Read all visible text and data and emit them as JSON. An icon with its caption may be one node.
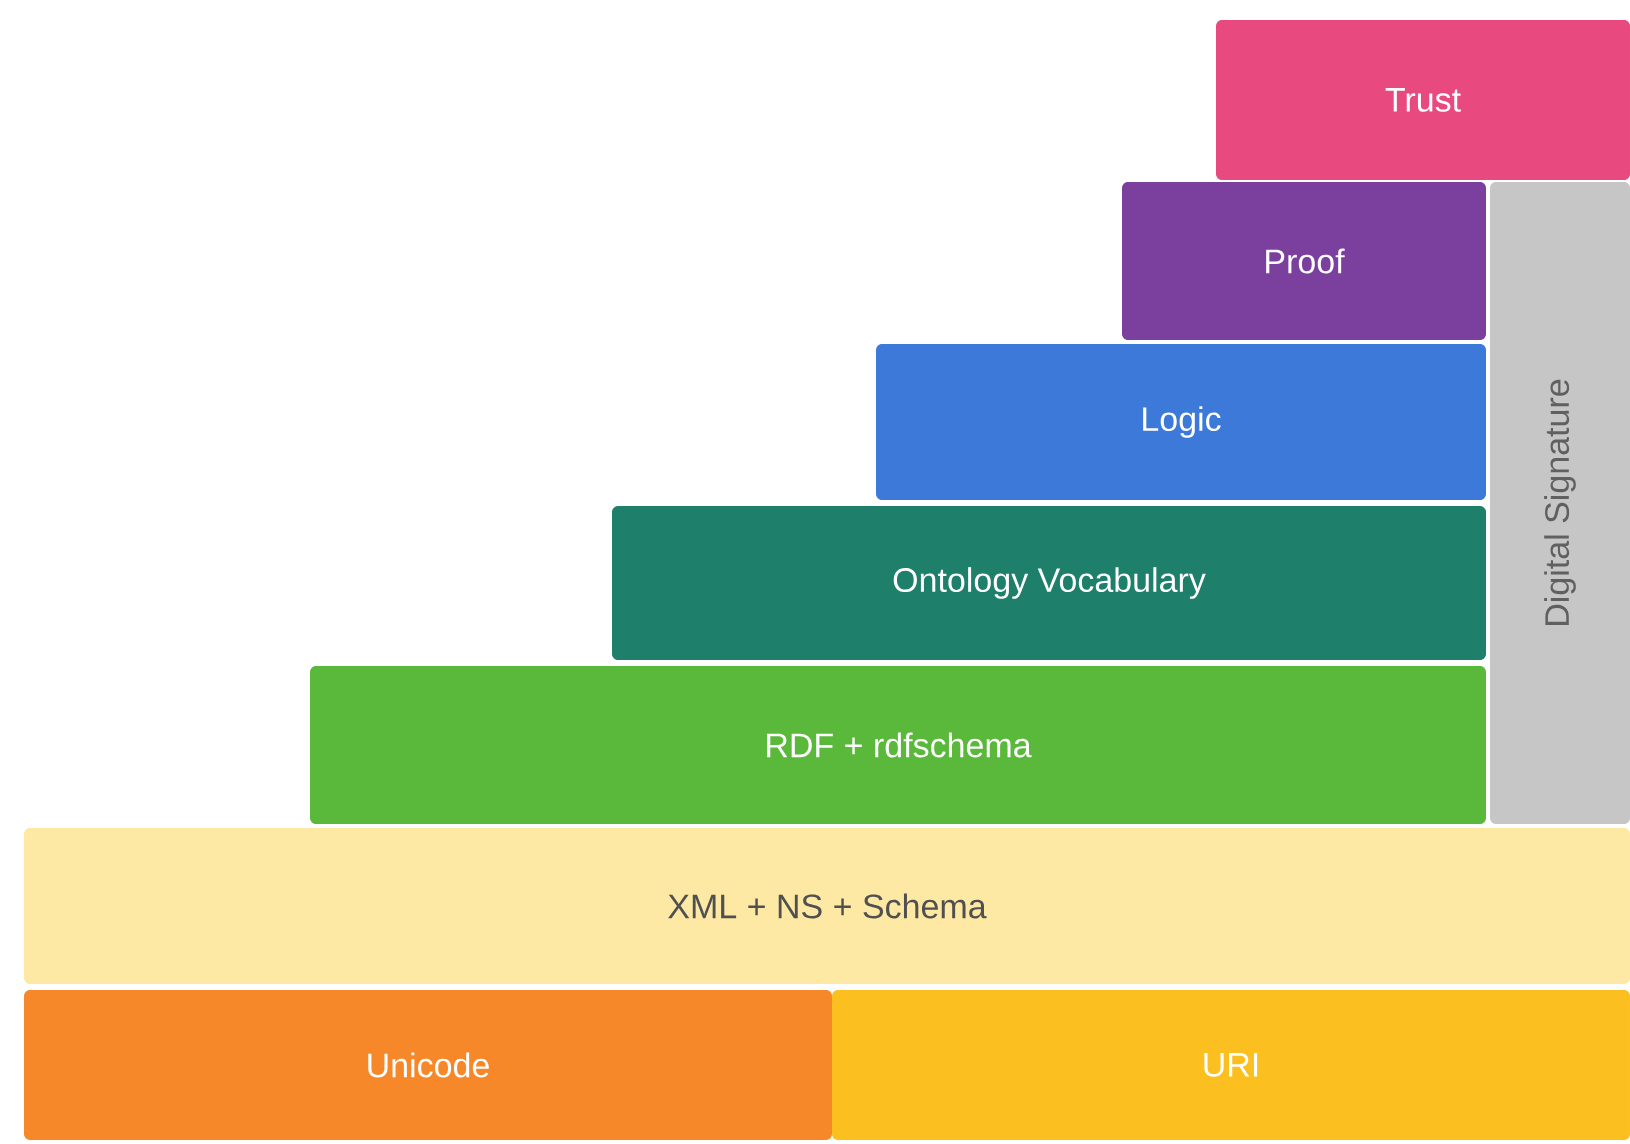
{
  "diagram": {
    "nodes": [
      {
        "text": [
          "Trust"
        ]
      },
      {
        "text": [
          "Proof"
        ]
      },
      {
        "text": [
          "Digital Signature"
        ]
      },
      {
        "text": [
          "Logic"
        ]
      },
      {
        "text": [
          "Ontology Vocabulary"
        ]
      },
      {
        "text": [
          "RDF + rdfschema"
        ]
      },
      {
        "text": [
          "XML + NS + Schema"
        ]
      },
      {
        "text": [
          "Unicode"
        ]
      },
      {
        "text": [
          "URI"
        ]
      }
    ]
  }
}
